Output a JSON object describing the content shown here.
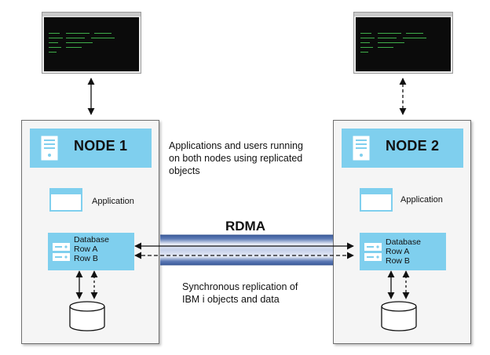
{
  "nodes": [
    {
      "title": "NODE 1",
      "application_label": "Application",
      "database_label": "Database",
      "row_a": "Row A",
      "row_b": "Row B"
    },
    {
      "title": "NODE 2",
      "application_label": "Application",
      "database_label": "Database",
      "row_a": "Row A",
      "row_b": "Row B"
    }
  ],
  "top_text": [
    "Applications and users running",
    "on both nodes using replicated",
    "objects"
  ],
  "link_label": "RDMA",
  "bottom_text": [
    "Synchronous replication of",
    "IBM i objects and data"
  ],
  "colors": {
    "accent": "#7fcfee",
    "pipe": "#4a6aa8",
    "pipe_light": "#d7dff1"
  },
  "icons": [
    "terminal-screen-icon",
    "server-icon",
    "application-window-icon",
    "storage-cylinder-icon"
  ]
}
